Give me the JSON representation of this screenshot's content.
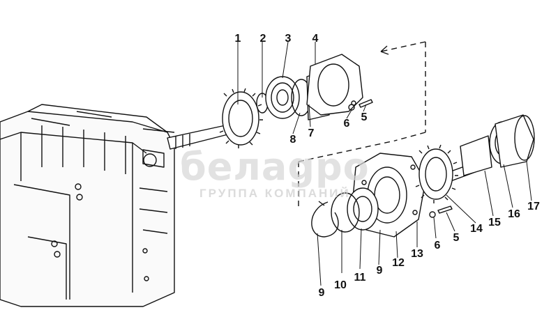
{
  "watermark": {
    "logo_text": "белаgро",
    "subtitle": "ГРУППА КОМПАНИЙ"
  },
  "callouts": {
    "c1": "1",
    "c2": "2",
    "c3": "3",
    "c4": "4",
    "c5_top": "5",
    "c6_top": "6",
    "c7": "7",
    "c8": "8",
    "c9_bottom": "9",
    "c9_mid": "9",
    "c10": "10",
    "c11": "11",
    "c12": "12",
    "c13": "13",
    "c14": "14",
    "c15": "15",
    "c16": "16",
    "c17": "17",
    "c5_low": "5",
    "c6_low": "6"
  },
  "colors": {
    "ink": "#111111",
    "watermark": "#d6d6d6"
  }
}
